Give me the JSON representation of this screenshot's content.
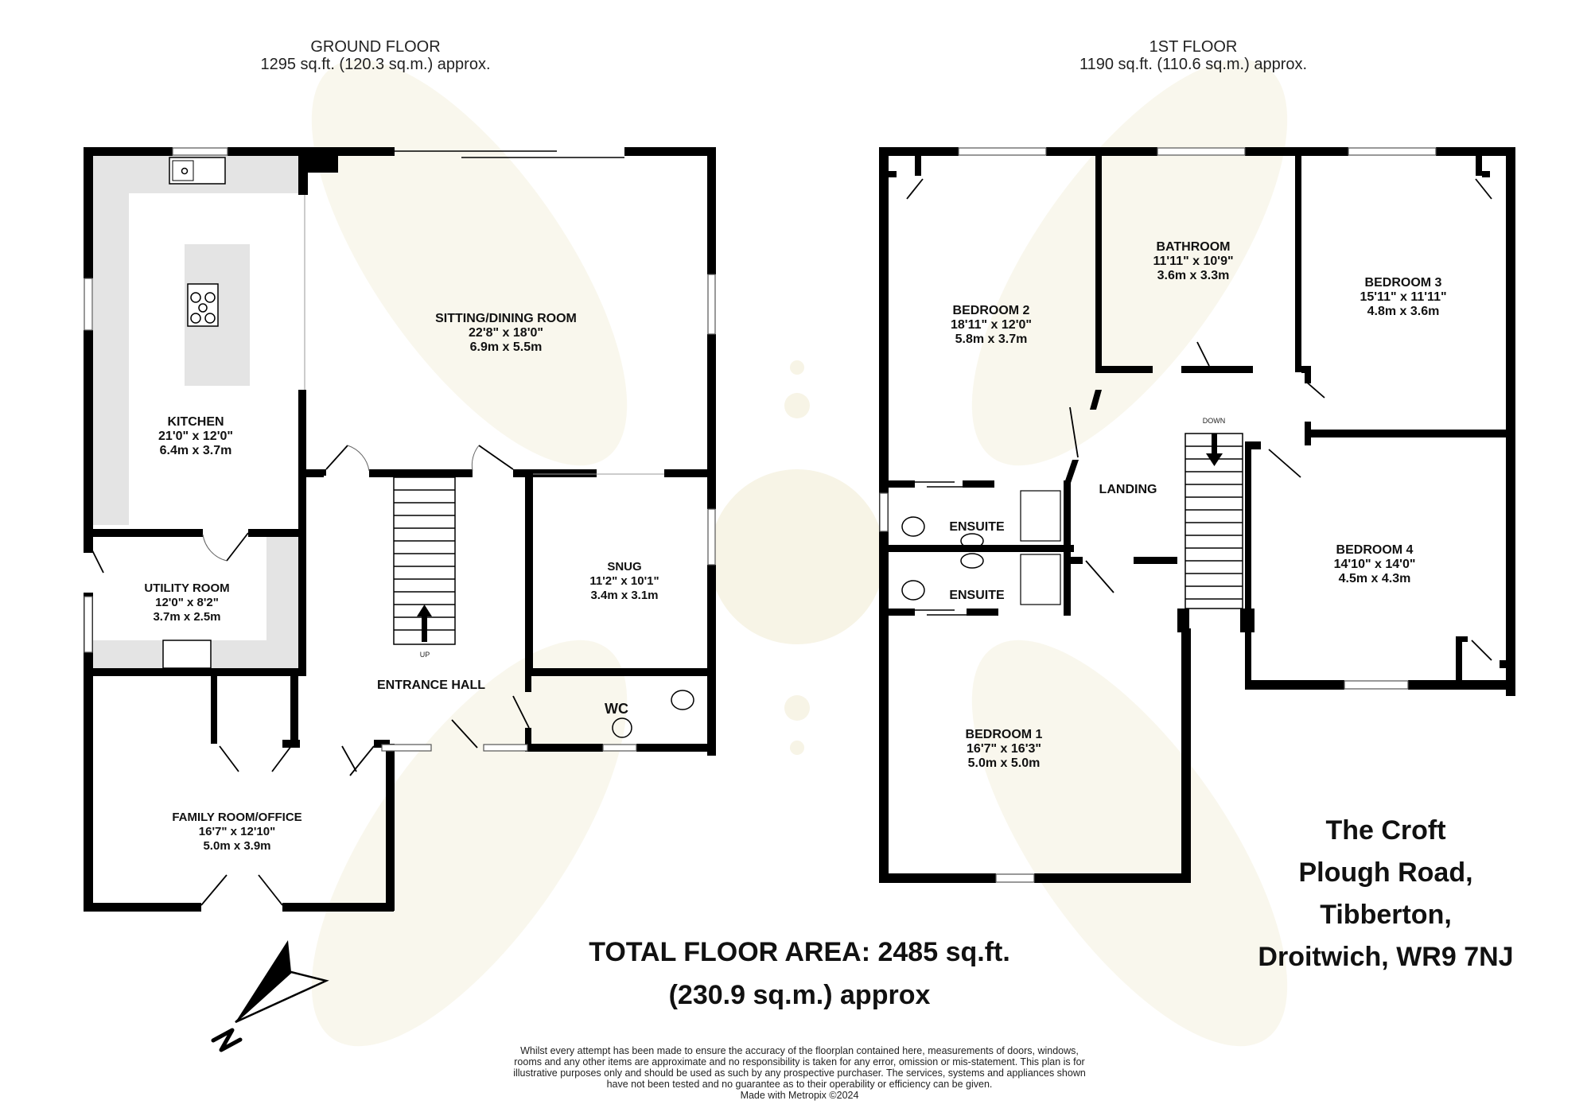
{
  "ground_floor": {
    "title": "GROUND FLOOR",
    "area": "1295 sq.ft. (120.3 sq.m.) approx.",
    "rooms": [
      {
        "name": "KITCHEN",
        "imperial": "21'0\"  x 12'0\"",
        "metric": "6.4m  x 3.7m"
      },
      {
        "name": "SITTING/DINING ROOM",
        "imperial": "22'8\"  x 18'0\"",
        "metric": "6.9m  x 5.5m"
      },
      {
        "name": "UTILITY ROOM",
        "imperial": "12'0\"  x 8'2\"",
        "metric": "3.7m  x 2.5m"
      },
      {
        "name": "SNUG",
        "imperial": "11'2\"  x 10'1\"",
        "metric": "3.4m  x 3.1m"
      },
      {
        "name": "ENTRANCE HALL",
        "imperial": "",
        "metric": ""
      },
      {
        "name": "WC",
        "imperial": "",
        "metric": ""
      },
      {
        "name": "FAMILY ROOM/OFFICE",
        "imperial": "16'7\"  x 12'10\"",
        "metric": "5.0m  x 3.9m"
      }
    ],
    "stairs_label": "UP"
  },
  "first_floor": {
    "title": "1ST FLOOR",
    "area": "1190 sq.ft. (110.6 sq.m.) approx.",
    "rooms": [
      {
        "name": "BEDROOM 2",
        "imperial": "18'11\"  x 12'0\"",
        "metric": "5.8m  x 3.7m"
      },
      {
        "name": "BATHROOM",
        "imperial": "11'11\"  x 10'9\"",
        "metric": "3.6m  x 3.3m"
      },
      {
        "name": "BEDROOM 3",
        "imperial": "15'11\"  x 11'11\"",
        "metric": "4.8m  x 3.6m"
      },
      {
        "name": "LANDING",
        "imperial": "",
        "metric": ""
      },
      {
        "name": "ENSUITE",
        "imperial": "",
        "metric": ""
      },
      {
        "name": "ENSUITE",
        "imperial": "",
        "metric": ""
      },
      {
        "name": "BEDROOM 4",
        "imperial": "14'10\"  x 14'0\"",
        "metric": "4.5m  x 4.3m"
      },
      {
        "name": "BEDROOM 1",
        "imperial": "16'7\"  x 16'3\"",
        "metric": "5.0m  x 5.0m"
      }
    ],
    "stairs_label": "DOWN"
  },
  "total_area": {
    "line1": "TOTAL FLOOR AREA: 2485 sq.ft.",
    "line2": "(230.9 sq.m.) approx"
  },
  "address": {
    "line1": "The Croft",
    "line2": "Plough Road,",
    "line3": "Tibberton,",
    "line4": "Droitwich, WR9 7NJ"
  },
  "disclaimer": {
    "text": "Whilst every attempt has been made to ensure the accuracy of the floorplan contained here, measurements of doors, windows, rooms and any other items are approximate and no responsibility is taken for any error, omission or mis-statement. This plan is for illustrative purposes only and should be used as such by any prospective purchaser. The services, systems and appliances shown have not been tested and no guarantee as to their operability or efficiency can be given.",
    "credit": "Made with Metropix ©2024"
  },
  "compass": {
    "label": "N",
    "icon": "north-arrow-icon"
  },
  "colors": {
    "wall": "#000000",
    "counter": "#e4e4e4",
    "watermark": "#f7f4e6",
    "background": "#ffffff"
  }
}
